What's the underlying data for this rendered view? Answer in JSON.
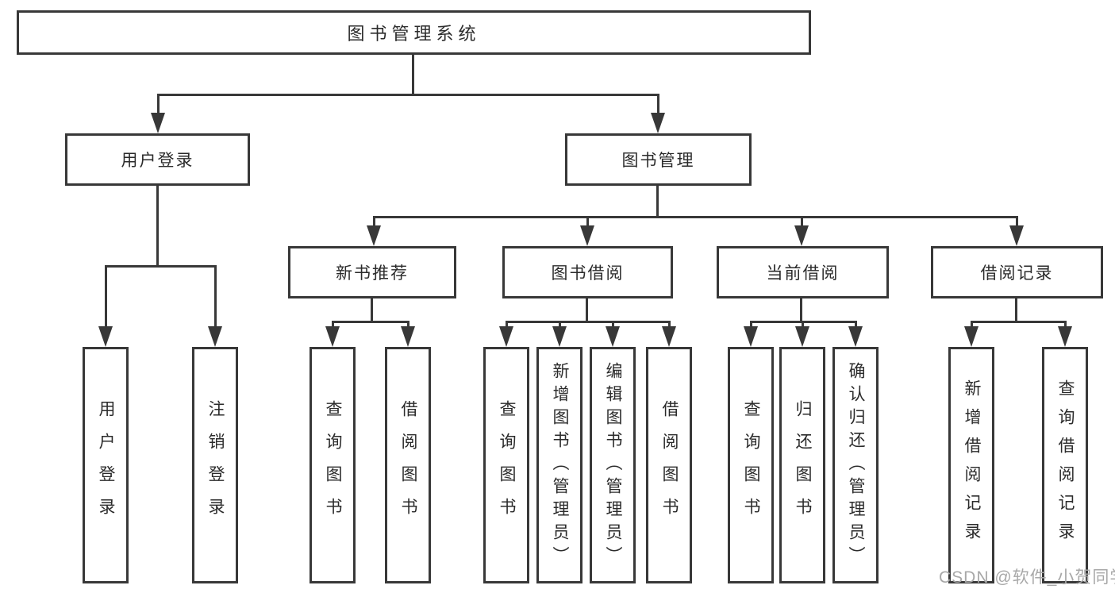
{
  "colors": {
    "line": "#383838",
    "text": "#2b2b2b",
    "watermark": "#a8a8a8",
    "background": "#ffffff"
  },
  "tree": {
    "root": {
      "label": "图书管理系统"
    },
    "branches": [
      {
        "label": "用户登录",
        "children": [
          {
            "label": "用户登录"
          },
          {
            "label": "注销登录"
          }
        ]
      },
      {
        "label": "图书管理",
        "children": [
          {
            "label": "新书推荐",
            "children": [
              {
                "label": "查询图书"
              },
              {
                "label": "借阅图书"
              }
            ]
          },
          {
            "label": "图书借阅",
            "children": [
              {
                "label": "查询图书"
              },
              {
                "label": "新增图书（管理员）"
              },
              {
                "label": "编辑图书（管理员）"
              },
              {
                "label": "借阅图书"
              }
            ]
          },
          {
            "label": "当前借阅",
            "children": [
              {
                "label": "查询图书"
              },
              {
                "label": "归还图书"
              },
              {
                "label": "确认归还（管理员）"
              }
            ]
          },
          {
            "label": "借阅记录",
            "children": [
              {
                "label": "新增借阅记录"
              },
              {
                "label": "查询借阅记录"
              }
            ]
          }
        ]
      }
    ]
  },
  "watermark": {
    "text": "CSDN @软件_小贺同学"
  }
}
